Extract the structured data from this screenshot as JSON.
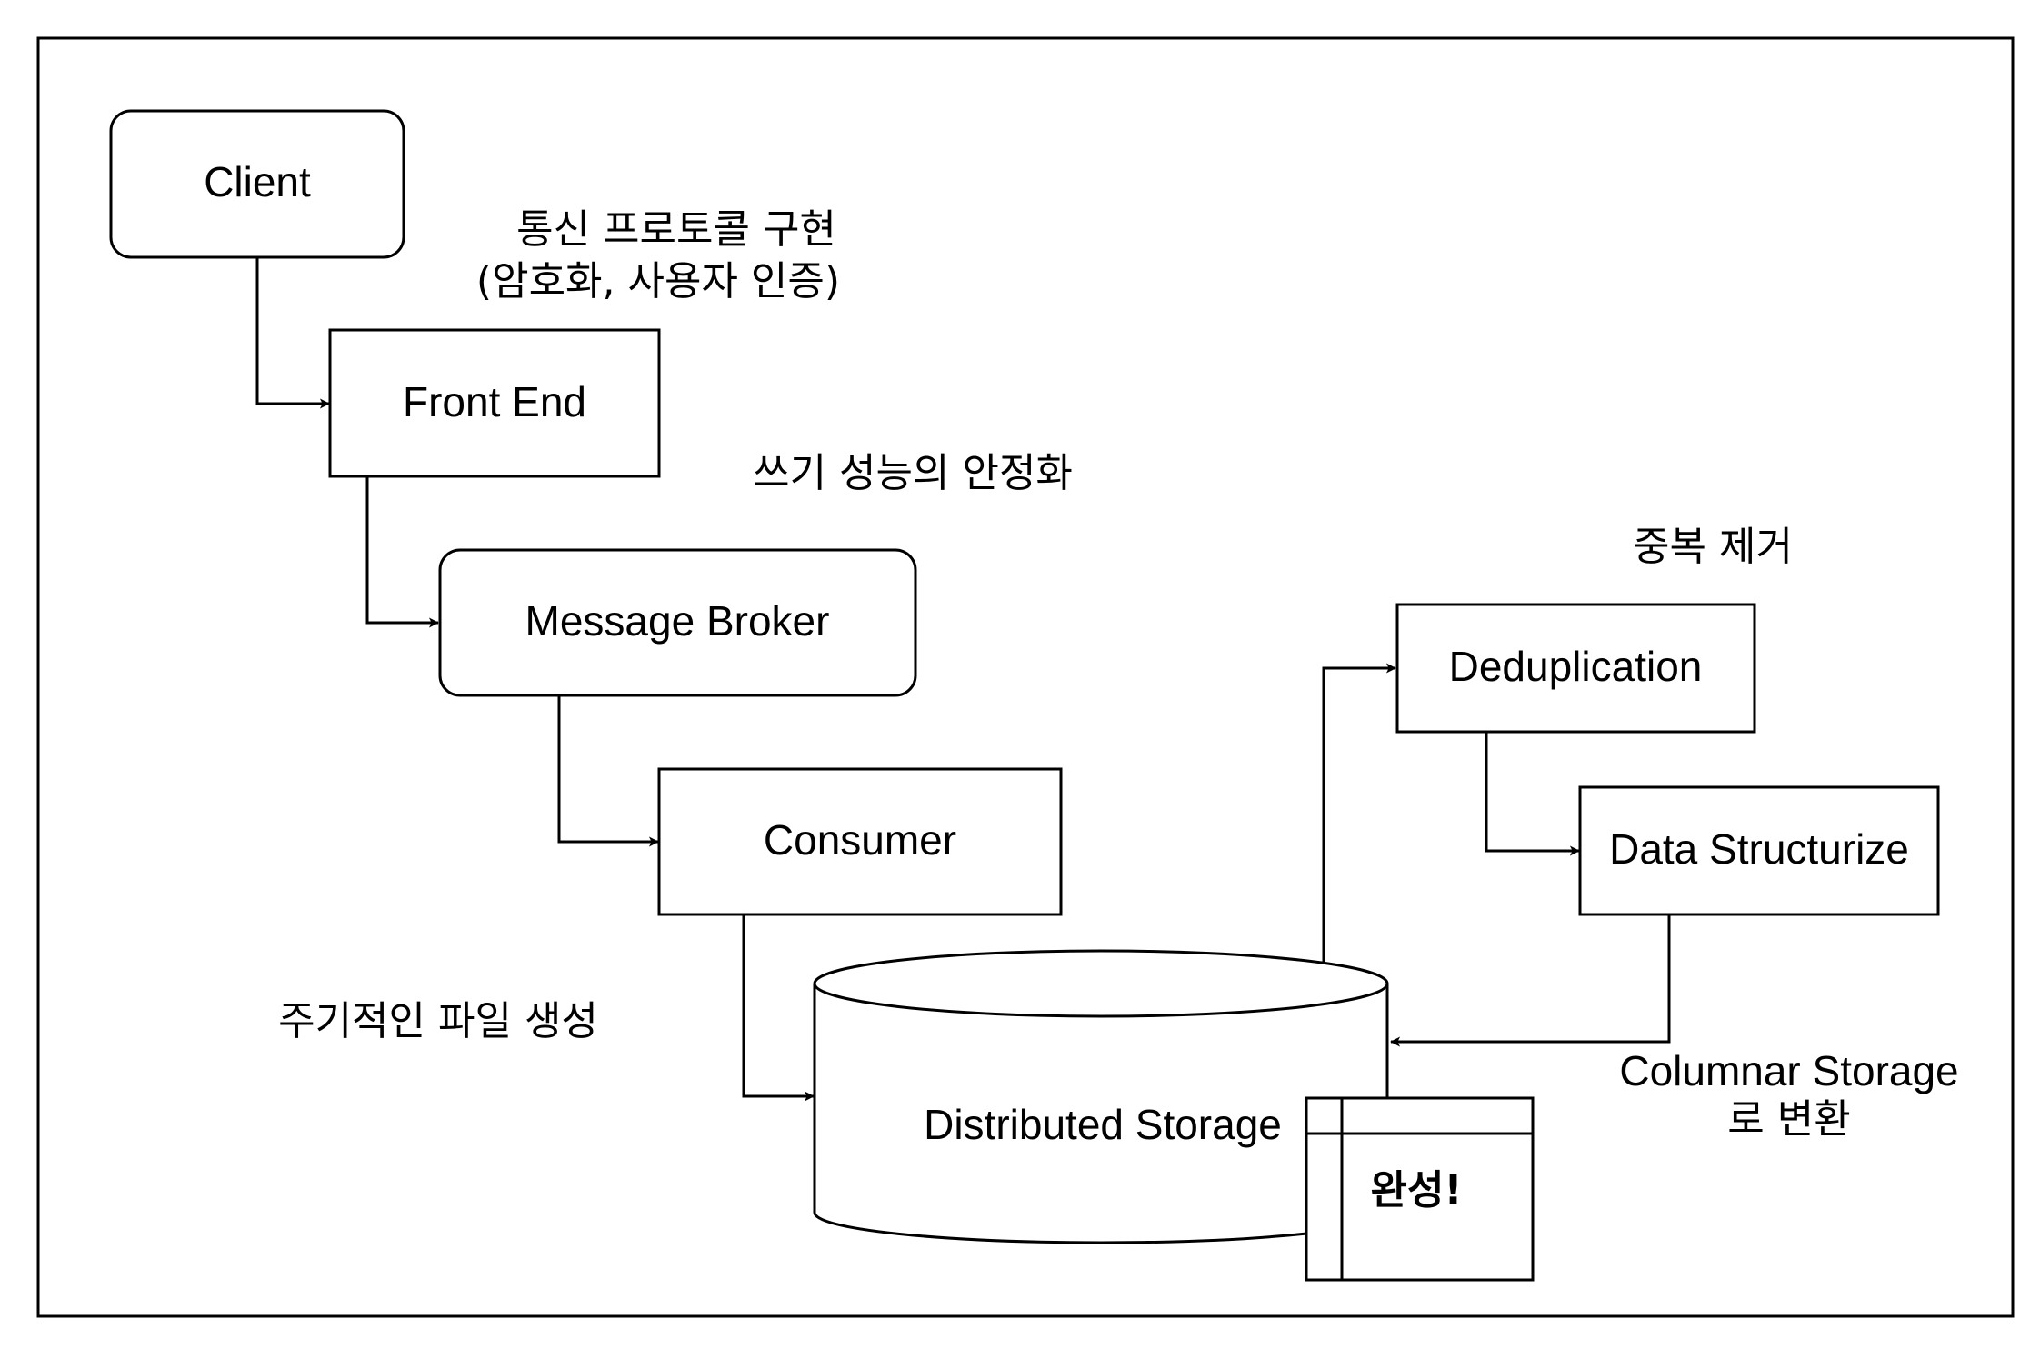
{
  "nodes": {
    "client": "Client",
    "frontend": "Front End",
    "broker": "Message Broker",
    "consumer": "Consumer",
    "storage": "Distributed Storage",
    "dedup": "Deduplication",
    "structurize": "Data Structurize",
    "done": "완성!"
  },
  "annotations": {
    "protocol_line1": "통신 프로토콜 구현",
    "protocol_line2": "(암호화, 사용자 인증)",
    "write_perf": "쓰기 성능의 안정화",
    "dedup_note": "중복 제거",
    "periodic_files": "주기적인 파일 생성",
    "columnar_line1": "Columnar Storage",
    "columnar_line2": "로 변환"
  }
}
